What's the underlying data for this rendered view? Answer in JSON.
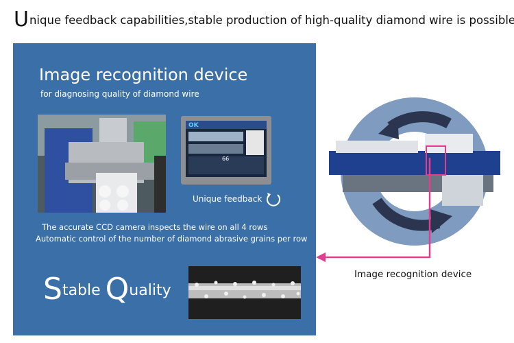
{
  "headline": {
    "first_letter": "U",
    "rest": "nique feedback capabilities,stable production of high-quality diamond wire is possible."
  },
  "panel": {
    "title": "Image recognition device",
    "subtitle": "for diagnosing  quality of diamond wire",
    "monitor": {
      "status_text": "OK",
      "readout": "66"
    },
    "feedback_label": "Unique feedback",
    "description_line1": "The accurate CCD camera inspects  the wire  on all 4 rows",
    "description_line2": "Automatic control of the number of diamond abrasive grains per row",
    "stable": {
      "s": "S",
      "table": "table ",
      "q": "Q",
      "uality": "uality"
    }
  },
  "right": {
    "caption": "Image recognition device"
  },
  "colors": {
    "panel": "#3a6fa8",
    "ring": "#7f9cc0",
    "arrow": "#2b3550",
    "pink": "#e23d8e"
  }
}
